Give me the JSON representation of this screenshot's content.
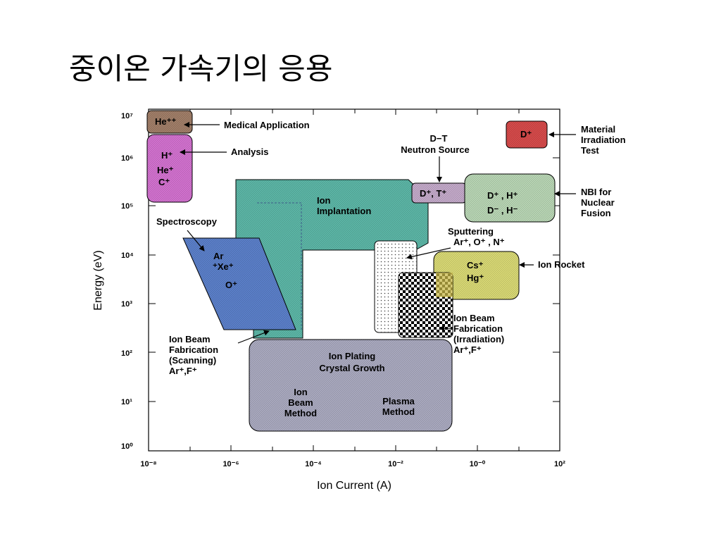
{
  "slide": {
    "title": "중이온 가속기의 응용"
  },
  "axes": {
    "x_label": "Ion Current (A)",
    "y_label": "Energy (eV)",
    "x_ticks": [
      "10⁻⁸",
      "10⁻⁶",
      "10⁻⁴",
      "10⁻²",
      "10⁻⁰",
      "10²"
    ],
    "y_ticks": [
      "10⁰",
      "10¹",
      "10²",
      "10³",
      "10⁴",
      "10⁵",
      "10⁶",
      "10⁷"
    ]
  },
  "regions": {
    "he": "He⁺⁺",
    "h_analysis": [
      "H⁺",
      "He⁺",
      "C⁺"
    ],
    "material_irr": "D⁺",
    "dt_source": "D⁺, T⁺",
    "nbi": [
      "D⁺ , H⁺",
      "D⁻ , H⁻"
    ],
    "implant": [
      "Ion",
      "Implantation"
    ],
    "spectro": [
      "Ar",
      "⁺Xe⁺",
      "O⁺"
    ],
    "rocket": [
      "Cs⁺",
      "Hg⁺"
    ],
    "plating": [
      "Ion Plating",
      "Crystal Growth"
    ],
    "ion_beam_method": [
      "Ion",
      "Beam",
      "Method"
    ],
    "plasma_method": [
      "Plasma",
      "Method"
    ]
  },
  "labels": {
    "medical": "Medical Application",
    "analysis": "Analysis",
    "material": [
      "Material",
      "Irradiation",
      "Test"
    ],
    "dt": [
      "D−T",
      "Neutron Source"
    ],
    "nbi_for": [
      "NBI for",
      "Nuclear",
      "Fusion"
    ],
    "spectroscopy": "Spectroscopy",
    "sputtering": [
      "Sputtering",
      "Ar⁺, O⁺ , N⁺"
    ],
    "ion_rocket": "Ion Rocket",
    "ibf_irr": [
      "Ion Beam",
      "Fabrication",
      "(Irradiation)",
      "Ar⁺,F⁺"
    ],
    "ibf_scan": [
      "Ion Beam",
      "Fabrication",
      "(Scanning)",
      "Ar⁺,F⁺"
    ]
  }
}
